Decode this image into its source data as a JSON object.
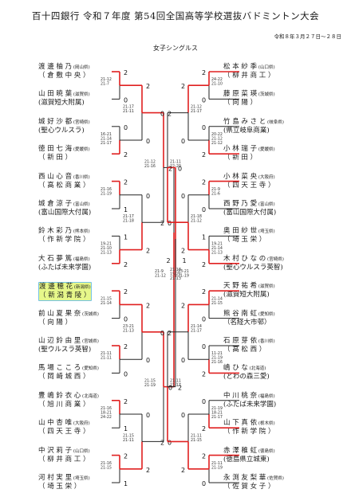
{
  "tournament": {
    "title": "百十四銀行 令和７年度 第54回全国高等学校選抜バドミントン大会",
    "dates": "令和８年３月２７日～２８日",
    "event": "女子シングルス"
  },
  "left_players": [
    {
      "name": "渡 邊 柚 乃",
      "pref": "(岡山県)",
      "team": "（ 倉 敷 中 央 ）"
    },
    {
      "name": "山 田 暁 葉",
      "pref": "(滋賀県)",
      "team": "(滋賀短大附属)"
    },
    {
      "name": "城 好 沙 都",
      "pref": "(宮崎県)",
      "team": "(聖心ウルスラ)"
    },
    {
      "name": "徳 田 七 海",
      "pref": "(愛媛県)",
      "team": "（ 新 田 ）"
    },
    {
      "name": "西 山 心 音",
      "pref": "(香川県)",
      "team": "（ 高 松 商 業 ）"
    },
    {
      "name": "城 倉 涼 子",
      "pref": "(富山県)",
      "team": "(富山国際大付属)"
    },
    {
      "name": "鈴 木 彩 乃",
      "pref": "(熊本県)",
      "team": "（ 作 新 学 院 ）"
    },
    {
      "name": "大 石 夢 篤",
      "pref": "(福島県)",
      "team": "(ふたば未来学園)"
    },
    {
      "name": "渡 邊 穂 花",
      "pref": "(新潟県)",
      "team": "（ 新 潟 青 陵 ）"
    },
    {
      "name": "前 山 夏 果 奈",
      "pref": "(茨城県)",
      "team": "（ 向 陽 ）"
    },
    {
      "name": "山 辺 鈴 由 里",
      "pref": "(宮城県)",
      "team": "(聖ウルスラ英智)"
    },
    {
      "name": "馬 場 こ こ ろ",
      "pref": "(愛知県)",
      "team": "（ 岡 崎 城 西 ）"
    },
    {
      "name": "豊 嶋 鈴 衣 心",
      "pref": "(北海道)",
      "team": "（ 旭 川 商 業 ）"
    },
    {
      "name": "山 中 杏 唯",
      "pref": "(大阪府)",
      "team": "（ 四 天 王 寺 ）"
    },
    {
      "name": "中 沢 莉 子",
      "pref": "(山口県)",
      "team": "（ 柳 井 商 工 ）"
    },
    {
      "name": "河 村 実 里",
      "pref": "(埼玉県)",
      "team": "（ 埼 玉 栄 ）"
    }
  ],
  "right_players": [
    {
      "name": "松 本 紗 季",
      "pref": "(山口県)",
      "team": "（ 柳 井 商 工 ）"
    },
    {
      "name": "藤 原 菜 瑛",
      "pref": "(茨城県)",
      "team": "（ 向 陽 ）"
    },
    {
      "name": "竹 島 み さ と",
      "pref": "(岐阜県)",
      "team": "(県立岐阜商業)"
    },
    {
      "name": "小 林 瑞 子",
      "pref": "(愛媛県)",
      "team": "（ 新 田 ）"
    },
    {
      "name": "小 林 菜 央",
      "pref": "(大阪府)",
      "team": "（ 四 天 王 寺 ）"
    },
    {
      "name": "西 野 乃 愛",
      "pref": "(富山県)",
      "team": "(富山国際大付属)"
    },
    {
      "name": "奥 田 紗 世",
      "pref": "(埼玉県)",
      "team": "（ 埼 玉 栄 ）"
    },
    {
      "name": "木 村 ひ な の",
      "pref": "(宮崎県)",
      "team": "(聖心ウルスラ英智)"
    },
    {
      "name": "天 野 祐 希",
      "pref": "(滋賀県)",
      "team": "(滋賀短大附属)"
    },
    {
      "name": "熊 谷 南 虹",
      "pref": "(愛知県)",
      "team": "（名経大市邨）"
    },
    {
      "name": "石 原 芽 依",
      "pref": "(香川県)",
      "team": "（ 高 松 西 ）"
    },
    {
      "name": "嶋 ひ な",
      "pref": "(北海道)",
      "team": "(とわの森三愛)"
    },
    {
      "name": "中 川 桃 奈",
      "pref": "(福島県)",
      "team": "(ふたば未来学園)"
    },
    {
      "name": "山 下 真 依",
      "pref": "(栃木県)",
      "team": "（ 作 新 学 院 ）"
    },
    {
      "name": "赤 澤 稚 虹",
      "pref": "(徳島県)",
      "team": "(徳島県立城東)"
    },
    {
      "name": "永 渕 友 梨 華",
      "pref": "(佐賀県)",
      "team": "（ 佐 賀 女 子 ）"
    }
  ],
  "left_r1": [
    {
      "top": "2",
      "bottom": "0",
      "scores": [
        "21-12",
        "21-7"
      ]
    },
    {
      "top": "0",
      "bottom": "2",
      "scores": [
        "16-21",
        "21-14",
        "21-17"
      ]
    },
    {
      "top": "2",
      "bottom": "1",
      "scores": [
        "21-16",
        "21-19"
      ]
    },
    {
      "top": "1",
      "bottom": "2",
      "scores": [
        "19-21",
        "21-10",
        "21-13"
      ]
    },
    {
      "top": "2",
      "bottom": "0",
      "scores": [
        "21-15",
        "21-14"
      ]
    },
    {
      "top": "2",
      "bottom": "0",
      "scores": [
        "21-11",
        "21-11"
      ]
    },
    {
      "top": "2",
      "bottom": "1",
      "scores": [
        "21-16",
        "18-21",
        "24-22"
      ]
    },
    {
      "top": "2",
      "bottom": "1",
      "scores": [
        "21-16",
        "21-15"
      ]
    }
  ],
  "left_r2": [
    {
      "top": "2",
      "bottom": "0",
      "scores": [
        "21-17",
        "21-11"
      ]
    },
    {
      "top": "0",
      "bottom": "2",
      "scores": [
        "21-17",
        "21-18"
      ]
    },
    {
      "top": "2",
      "bottom": "0",
      "scores": [
        "23-21",
        "21-13"
      ]
    },
    {
      "top": "0",
      "bottom": "2",
      "scores": [
        "21-15",
        "21-11"
      ]
    }
  ],
  "left_r3": [
    {
      "top": "2",
      "bottom": "0",
      "scores": [
        "21-12",
        "21-16"
      ]
    },
    {
      "top": "2",
      "bottom": "0",
      "scores": [
        "21-15",
        "21-19"
      ]
    }
  ],
  "left_sf": {
    "top": "0",
    "bottom": "2",
    "scores": [
      "21-9",
      "21-12"
    ]
  },
  "right_r1": [
    {
      "top": "2",
      "bottom": "0",
      "scores": [
        "24-22",
        "21-10"
      ]
    },
    {
      "top": "0",
      "bottom": "2",
      "scores": [
        "20-22",
        "21-12",
        "21-12"
      ]
    },
    {
      "top": "2",
      "bottom": "0",
      "scores": [
        "21-9",
        "21-6"
      ]
    },
    {
      "top": "1",
      "bottom": "2",
      "scores": [
        "19-21",
        "21-14",
        "21-13"
      ]
    },
    {
      "top": "2",
      "bottom": "0",
      "scores": [
        "21-14",
        "21-15"
      ]
    },
    {
      "top": "0",
      "bottom": "2",
      "scores": [
        "11-21",
        "21-19",
        "21-16"
      ]
    },
    {
      "top": "0",
      "bottom": "2",
      "scores": [
        "21-19",
        "18-21",
        "21-17"
      ]
    },
    {
      "top": "2",
      "bottom": "0",
      "scores": [
        "21-11",
        "21-19"
      ]
    }
  ],
  "right_r2": [
    {
      "top": "2",
      "bottom": "0",
      "scores": [
        "21-12",
        "21-17"
      ]
    },
    {
      "top": "0",
      "bottom": "2",
      "scores": [
        "21-18",
        "21-12"
      ]
    },
    {
      "top": "2",
      "bottom": "0",
      "scores": [
        "21-14",
        "21-17"
      ]
    },
    {
      "top": "0",
      "bottom": "2",
      "scores": [
        "21-11",
        "21-15"
      ]
    }
  ],
  "right_r3": [
    {
      "top": "0",
      "bottom": "2",
      "scores": [
        "21-11",
        "22-20"
      ]
    },
    {
      "top": "0",
      "bottom": "2",
      "scores": [
        "21-11",
        "21-17"
      ]
    }
  ],
  "right_sf": {
    "top": "2",
    "bottom": "0",
    "scores": [
      "23-21",
      "21-19"
    ]
  },
  "final": {
    "left": "2",
    "right": "1",
    "scores": [
      "21-18",
      "15-21",
      "21-13"
    ]
  },
  "colors": {
    "winner_line": "#e02020",
    "line": "#222222",
    "highlight_bg": "#e6f78a",
    "highlight_border": "#76c3e6"
  }
}
